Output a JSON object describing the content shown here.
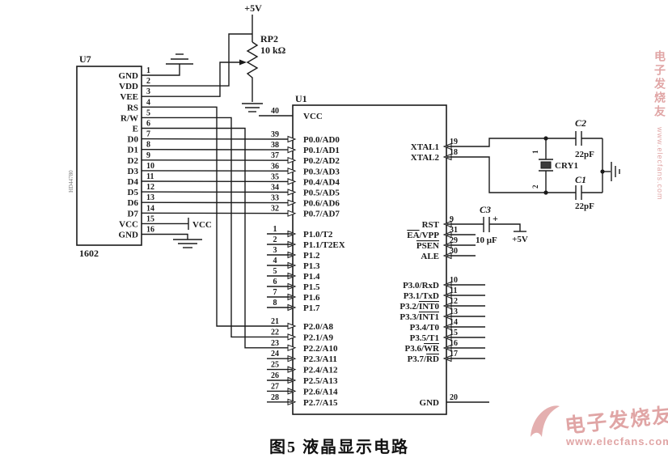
{
  "figure": {
    "caption": "图5  液晶显示电路"
  },
  "watermark": {
    "brand": "电子发烧友",
    "url": "www.elecfans.com",
    "color": "#d98f8f"
  },
  "schematic": {
    "power": {
      "top": "+5V",
      "lcd_vcc": "VCC",
      "reset": "+5V"
    },
    "u7": {
      "ref": "U7",
      "part": "1602",
      "side_label": "HD44780",
      "pins": [
        {
          "num": "1",
          "name": "GND"
        },
        {
          "num": "2",
          "name": "VDD"
        },
        {
          "num": "3",
          "name": "VEE"
        },
        {
          "num": "4",
          "name": "RS"
        },
        {
          "num": "5",
          "name": "R/W"
        },
        {
          "num": "6",
          "name": "E"
        },
        {
          "num": "7",
          "name": "D0"
        },
        {
          "num": "8",
          "name": "D1"
        },
        {
          "num": "9",
          "name": "D2"
        },
        {
          "num": "10",
          "name": "D3"
        },
        {
          "num": "11",
          "name": "D4"
        },
        {
          "num": "12",
          "name": "D5"
        },
        {
          "num": "13",
          "name": "D6"
        },
        {
          "num": "14",
          "name": "D7"
        },
        {
          "num": "15",
          "name": "VCC"
        },
        {
          "num": "16",
          "name": "GND"
        }
      ]
    },
    "u1": {
      "ref": "U1",
      "left_pins": [
        {
          "num": "40",
          "pre": "VCC"
        },
        {
          "num": "39",
          "pre": "P0.0/AD0"
        },
        {
          "num": "38",
          "pre": "P0.1/AD1"
        },
        {
          "num": "37",
          "pre": "P0.2/AD2"
        },
        {
          "num": "36",
          "pre": "P0.3/AD3"
        },
        {
          "num": "35",
          "pre": "P0.4/AD4"
        },
        {
          "num": "34",
          "pre": "P0.5/AD5"
        },
        {
          "num": "33",
          "pre": "P0.6/AD6"
        },
        {
          "num": "32",
          "pre": "P0.7/AD7"
        },
        {
          "num": "1",
          "pre": "P1.0/T2"
        },
        {
          "num": "2",
          "pre": "P1.1/T2EX"
        },
        {
          "num": "3",
          "pre": "P1.2"
        },
        {
          "num": "4",
          "pre": "P1.3"
        },
        {
          "num": "5",
          "pre": "P1.4"
        },
        {
          "num": "6",
          "pre": "P1.5"
        },
        {
          "num": "7",
          "pre": "P1.6"
        },
        {
          "num": "8",
          "pre": "P1.7"
        },
        {
          "num": "21",
          "pre": "P2.0/A8"
        },
        {
          "num": "22",
          "pre": "P2.1/A9"
        },
        {
          "num": "23",
          "pre": "P2.2/A10"
        },
        {
          "num": "24",
          "pre": "P2.3/A11"
        },
        {
          "num": "25",
          "pre": "P2.4/A12"
        },
        {
          "num": "26",
          "pre": "P2.5/A13"
        },
        {
          "num": "27",
          "pre": "P2.6/A14"
        },
        {
          "num": "28",
          "pre": "P2.7/A15"
        }
      ],
      "right_pins": [
        {
          "num": "19",
          "pre": "XTAL1"
        },
        {
          "num": "18",
          "pre": "XTAL2"
        },
        {
          "num": "9",
          "pre": "RST"
        },
        {
          "num": "31",
          "ovl": "EA",
          "post": "/VPP"
        },
        {
          "num": "29",
          "ovl": "PSEN"
        },
        {
          "num": "30",
          "pre": "ALE"
        },
        {
          "num": "10",
          "pre": "P3.0/RxD"
        },
        {
          "num": "11",
          "pre": "P3.1/TxD"
        },
        {
          "num": "12",
          "pre": "P3.2/",
          "ovl": "INT0"
        },
        {
          "num": "13",
          "pre": "P3.3/",
          "ovl": "INT1"
        },
        {
          "num": "14",
          "pre": "P3.4/T0"
        },
        {
          "num": "15",
          "pre": "P3.5/T1"
        },
        {
          "num": "16",
          "pre": "P3.6/",
          "ovl": "WR"
        },
        {
          "num": "17",
          "pre": "P3.7/",
          "ovl": "RD"
        },
        {
          "num": "20",
          "pre": "GND"
        }
      ]
    },
    "rp2": {
      "ref": "RP2",
      "value": "10 kΩ"
    },
    "c1": {
      "ref": "C1",
      "value": "22pF"
    },
    "c2": {
      "ref": "C2",
      "value": "22pF"
    },
    "c3": {
      "ref": "C3",
      "value": "10 μF",
      "polarity": "+"
    },
    "cry1": {
      "ref": "CRY1",
      "pins": [
        "1",
        "2"
      ]
    }
  }
}
